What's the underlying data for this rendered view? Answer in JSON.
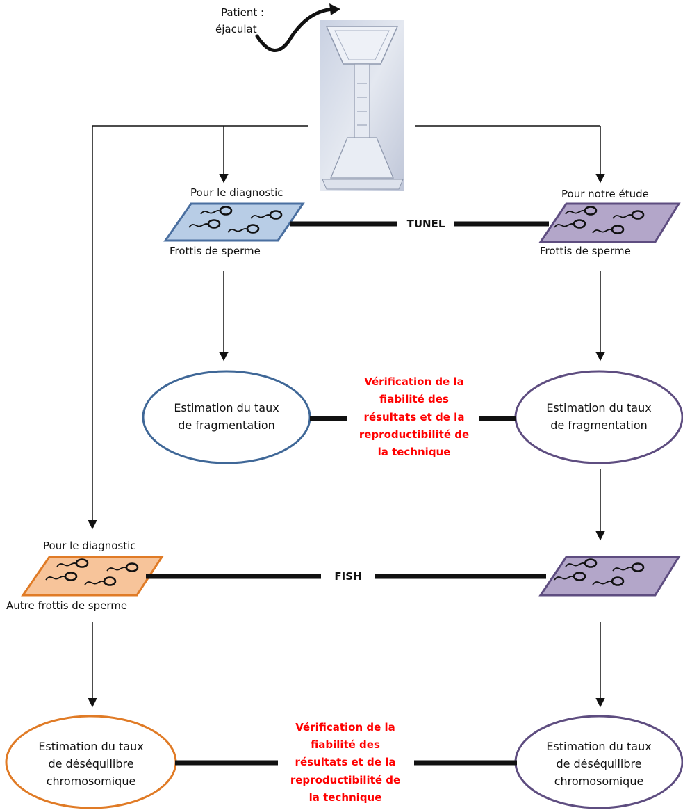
{
  "patient": {
    "line1": "Patient :",
    "line2": "éjaculat"
  },
  "slides": {
    "diag_left": {
      "top_label": "Pour le diagnostic",
      "bottom_label": "Frottis de sperme"
    },
    "study_right": {
      "top_label": "Pour notre étude",
      "bottom_label": "Frottis de sperme"
    },
    "diag_fish": {
      "top_label": "Pour le diagnostic",
      "bottom_label": "Autre frottis de sperme"
    }
  },
  "links": {
    "tunel": "TUNEL",
    "fish": "FISH"
  },
  "ellipses": {
    "frag_left": {
      "line1": "Estimation du taux",
      "line2": "de fragmentation"
    },
    "frag_right": {
      "line1": "Estimation du taux",
      "line2": "de fragmentation"
    },
    "chrom_left": {
      "line1": "Estimation du taux",
      "line2": "de déséquilibre",
      "line3": "chromosomique"
    },
    "chrom_right": {
      "line1": "Estimation du taux",
      "line2": "de déséquilibre",
      "line3": "chromosomique"
    }
  },
  "verification_1": {
    "line1": "Vérification de la",
    "line2": "fiabilité des",
    "line3": "résultats et de la",
    "line4": "reproductibilité de",
    "line5": "la technique"
  },
  "verification_2": {
    "line1": "Vérification de la",
    "line2": "fiabilité des",
    "line3": "résultats et de la",
    "line4": "reproductibilité de",
    "line5": "la technique"
  },
  "colors": {
    "blue_slide": "#b8cde6",
    "blue_border": "#4a6fa0",
    "purple_slide": "#b3a6c9",
    "purple_border": "#5e4d80",
    "orange_slide": "#f7c49a",
    "orange_border": "#e07b26",
    "red_text": "#ff0000"
  }
}
